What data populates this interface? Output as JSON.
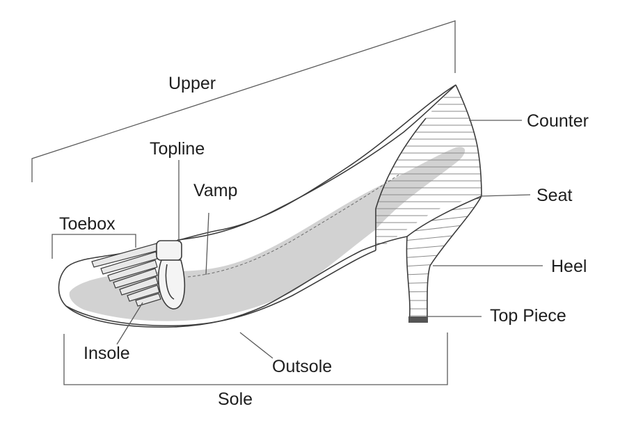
{
  "labels": {
    "upper": "Upper",
    "topline": "Topline",
    "vamp": "Vamp",
    "toebox": "Toebox",
    "counter": "Counter",
    "seat": "Seat",
    "heel": "Heel",
    "top_piece": "Top Piece",
    "insole": "Insole",
    "outsole": "Outsole",
    "sole": "Sole"
  },
  "colors": {
    "outline": "#3c3c3c",
    "insole_fill": "#c9c9c9",
    "top_piece_fill": "#555555",
    "label_text": "#1e1e1e"
  }
}
